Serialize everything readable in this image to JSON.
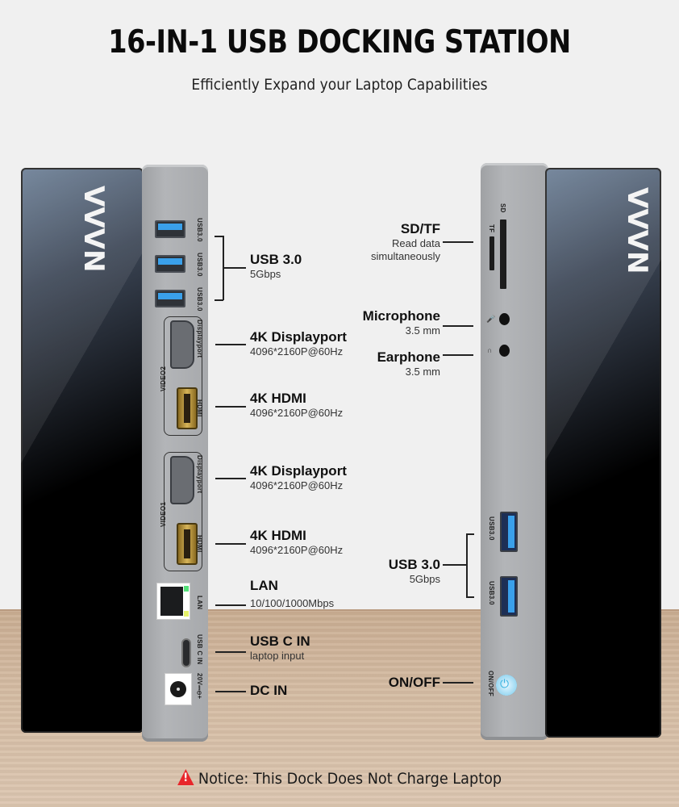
{
  "header": {
    "title": "16-IN-1 USB DOCKING STATION",
    "subtitle": "Efficiently Expand your Laptop Capabilities"
  },
  "brand": {
    "logo_text": "VVVN"
  },
  "left_device": {
    "port_labels": {
      "usb1": "USB3.0",
      "usb2": "USB3.0",
      "usb3": "USB3.0",
      "video2": "VIDEO2",
      "video1": "VIDEO1",
      "displayport": "Displayport",
      "hdmi": "HDMI",
      "lan": "LAN",
      "usbc": "USB C IN",
      "dc": "20V⎓⊖+"
    },
    "callouts": [
      {
        "id": "usb30",
        "title": "USB 3.0",
        "detail": "5Gbps"
      },
      {
        "id": "dp2",
        "title": "4K Displayport",
        "detail": "4096*2160P@60Hz"
      },
      {
        "id": "hdmi2",
        "title": "4K HDMI",
        "detail": "4096*2160P@60Hz"
      },
      {
        "id": "dp1",
        "title": "4K Displayport",
        "detail": "4096*2160P@60Hz"
      },
      {
        "id": "hdmi1",
        "title": "4K HDMI",
        "detail": "4096*2160P@60Hz"
      },
      {
        "id": "lan",
        "title": "LAN",
        "detail": "10/100/1000Mbps"
      },
      {
        "id": "usbc",
        "title": "USB C IN",
        "detail": "laptop input"
      },
      {
        "id": "dc",
        "title": "DC IN",
        "detail": ""
      }
    ]
  },
  "right_device": {
    "port_labels": {
      "sd": "SD",
      "tf": "TF",
      "usb1": "USB3.0",
      "usb2": "USB3.0",
      "power": "ON/OFF"
    },
    "callouts": [
      {
        "id": "sdtf",
        "title": "SD/TF",
        "detail_line1": "Read data",
        "detail_line2": "simultaneously"
      },
      {
        "id": "mic",
        "title": "Microphone",
        "detail": "3.5 mm"
      },
      {
        "id": "ear",
        "title": "Earphone",
        "detail": "3.5 mm"
      },
      {
        "id": "usb30",
        "title": "USB 3.0",
        "detail": "5Gbps"
      },
      {
        "id": "power",
        "title": "ON/OFF",
        "detail": ""
      }
    ]
  },
  "notice": {
    "icon": "warning-triangle-icon",
    "text": "Notice: This Dock Does Not Charge Laptop",
    "icon_color": "#e8262b"
  },
  "colors": {
    "background": "#f0f0f0",
    "desk": "#d4bba2",
    "usb_blue": "#3aa0ea",
    "metal": "#b3b5b8"
  }
}
